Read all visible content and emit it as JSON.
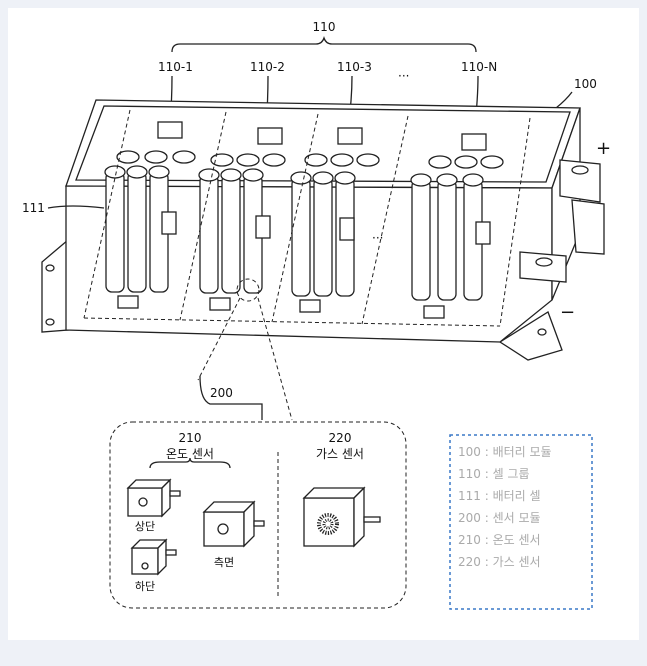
{
  "labels": {
    "group_all": "110",
    "g1": "110-1",
    "g2": "110-2",
    "g3": "110-3",
    "gdots": "···",
    "gn": "110-N",
    "module": "100",
    "cell": "111",
    "plus": "+",
    "minus": "−",
    "middle_dots": "···"
  },
  "sensor_module": {
    "number": "200",
    "temp_number": "210",
    "temp_name": "온도 센서",
    "gas_number": "220",
    "gas_name": "가스 센서",
    "top": "상단",
    "bottom": "하단",
    "side": "측면"
  },
  "legend": [
    "100 : 배터리 모듈",
    "110 : 셀 그룹",
    "111 : 배터리 셀",
    "200 : 센서 모듈",
    "210 : 온도 센서",
    "220 : 가스 센서"
  ]
}
